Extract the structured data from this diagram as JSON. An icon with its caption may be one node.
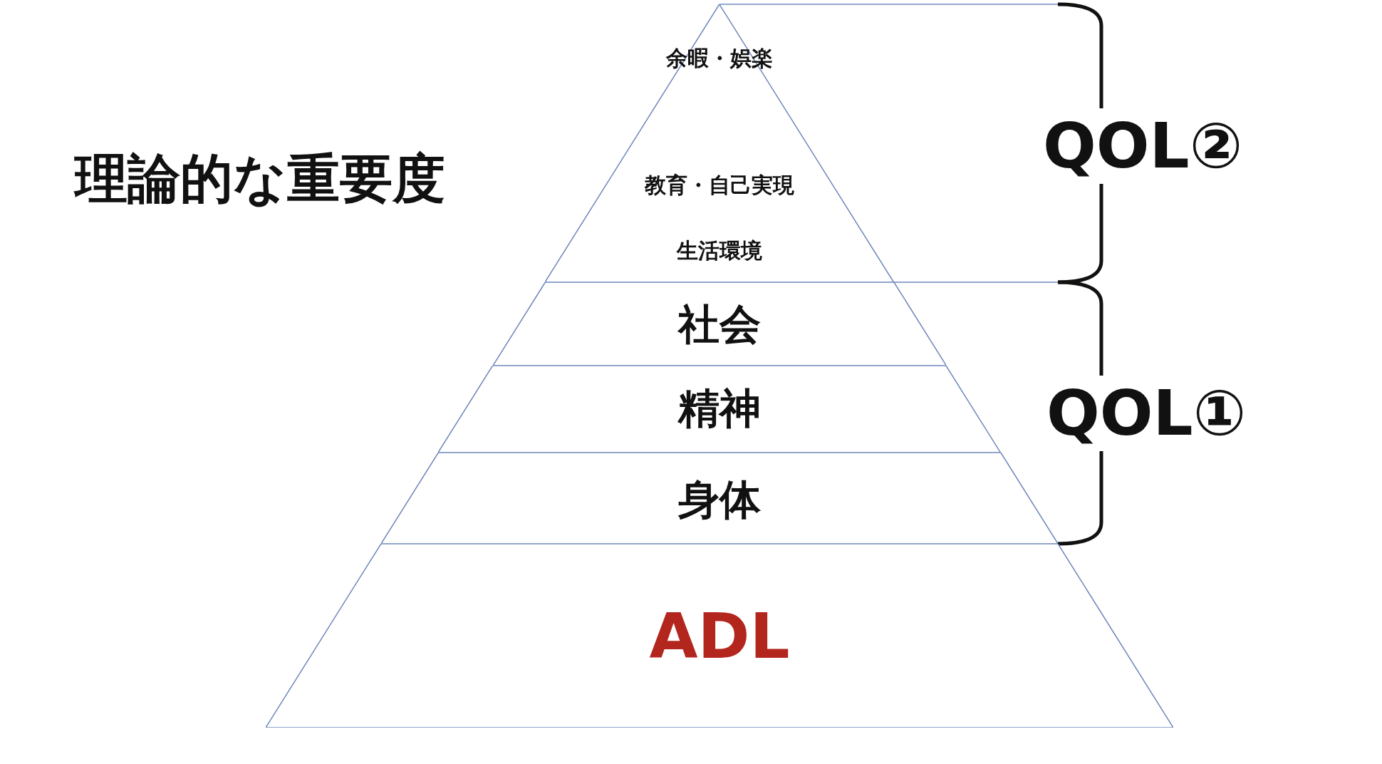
{
  "diagram": {
    "nodes": [
      {
        "text": [
          "余暇・娯楽",
          "教育・自己実現",
          "生活環境"
        ]
      },
      {
        "text": [
          "社会"
        ]
      },
      {
        "text": [
          "精神"
        ]
      },
      {
        "text": [
          "身体"
        ]
      },
      {
        "text": [
          "ADL"
        ]
      }
    ],
    "labels": [
      "理論的な重要度",
      "QOL②",
      "QOL①"
    ]
  }
}
